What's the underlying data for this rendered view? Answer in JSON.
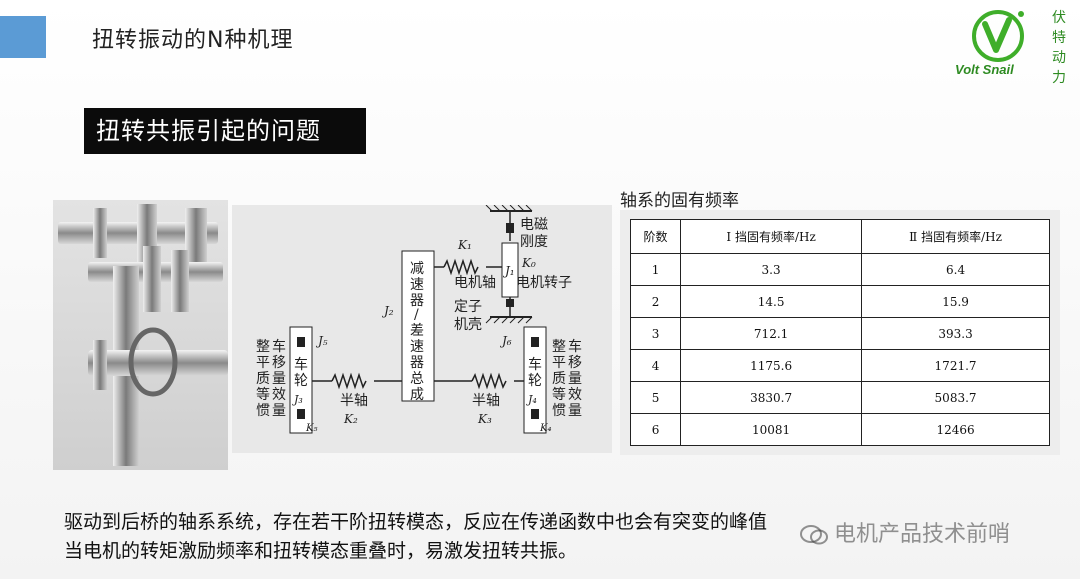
{
  "header": {
    "title": "扭转振动的N种机理"
  },
  "logo": {
    "name": "Volt Snail",
    "chinese": [
      "伏",
      "特",
      "动",
      "力"
    ],
    "brand_color": "#2e8b22"
  },
  "section": {
    "title": "扭转共振引起的问题"
  },
  "diagram": {
    "labels": {
      "em_stiffness": [
        "电磁",
        "刚度"
      ],
      "k1": "K₁",
      "k0": "K₀",
      "j1": "J₁",
      "motor_shaft": "电机轴",
      "motor_rotor": "电机转子",
      "stator": [
        "定子",
        "机壳"
      ],
      "reducer": [
        "减",
        "速",
        "器",
        "/",
        "差",
        "速",
        "器",
        "总",
        "成"
      ],
      "j2": "J₂",
      "left_mass": [
        "整",
        "车",
        "平",
        "移",
        "质",
        "量",
        "等",
        "效",
        "惯",
        "量"
      ],
      "right_mass": [
        "整",
        "车",
        "平",
        "移",
        "质",
        "量",
        "等",
        "效",
        "惯",
        "量"
      ],
      "wheel": [
        "车",
        "轮"
      ],
      "j5": "J₅",
      "j6": "J₆",
      "j3": "J₃",
      "j4": "J₄",
      "k2": "K₂",
      "k3": "K₃",
      "k5": "K₅",
      "k4": "K₄",
      "half_shaft": "半轴"
    }
  },
  "table": {
    "caption": "轴系的固有频率",
    "headers": [
      "阶数",
      "Ⅰ 挡固有频率/Hz",
      "Ⅱ 挡固有频率/Hz"
    ],
    "rows": [
      [
        "1",
        "3.3",
        "6.4"
      ],
      [
        "2",
        "14.5",
        "15.9"
      ],
      [
        "3",
        "712.1",
        "393.3"
      ],
      [
        "4",
        "1175.6",
        "1721.7"
      ],
      [
        "5",
        "3830.7",
        "5083.7"
      ],
      [
        "6",
        "10081",
        "12466"
      ]
    ]
  },
  "caption": {
    "line1": "驱动到后桥的轴系系统，存在若干阶扭转模态，反应在传递函数中也会有突变的峰值",
    "line2": "当电机的转矩激励频率和扭转模态重叠时，易激发扭转共振。"
  },
  "watermark": {
    "text": "电机产品技术前哨"
  }
}
